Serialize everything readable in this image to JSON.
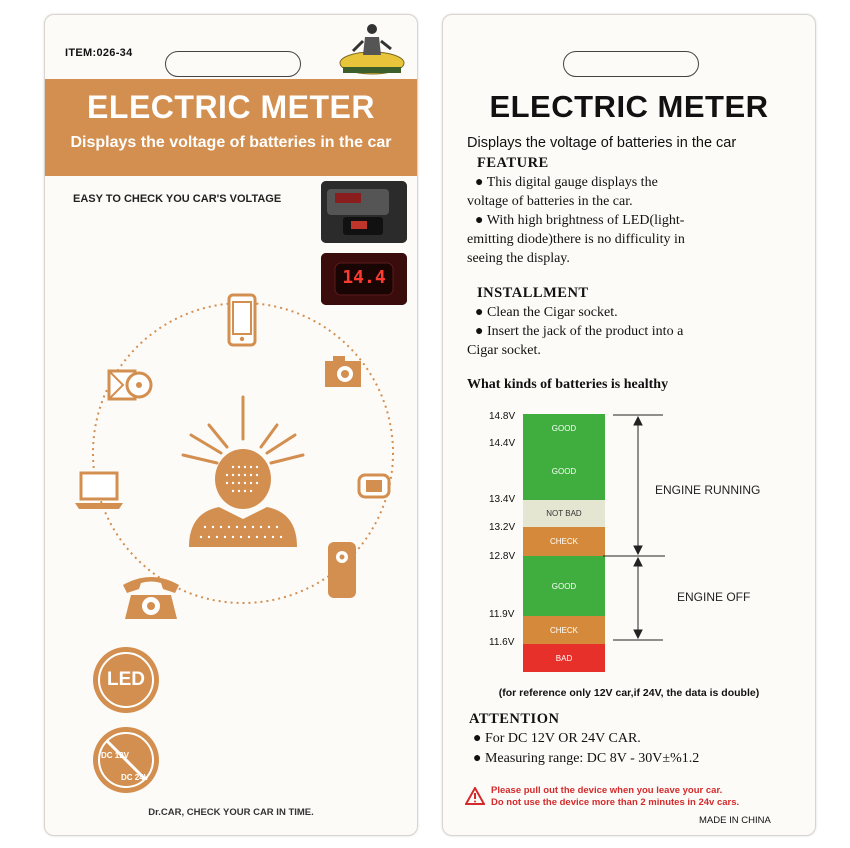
{
  "front": {
    "item_code": "ITEM:026-34",
    "title": "ELECTRIC METER",
    "subtitle": "Displays the voltage of batteries in the car",
    "easy_check": "EASY TO CHECK YOU CAR'S VOLTAGE",
    "display_reading": "14.4",
    "led_badge": "LED",
    "dc_12": "DC 12V",
    "dc_24": "DC 24V",
    "footer": "Dr.CAR, CHECK YOUR CAR IN TIME.",
    "accent_color": "#d38f4f",
    "icons": [
      "phone-icon",
      "camera-icon",
      "game-console-icon",
      "mp3-player-icon",
      "telephone-icon",
      "laptop-icon",
      "cd-player-icon",
      "person-icon"
    ]
  },
  "back": {
    "title": "ELECTRIC METER",
    "subtitle": "Displays the voltage of batteries in the car",
    "feature_heading": "FEATURE",
    "feature_lines": [
      "● This digital gauge displays the",
      "voltage of batteries in the car.",
      "● With high brightness of LED(light-",
      "emitting diode)there is no difficulity in",
      "seeing the display."
    ],
    "installment_heading": "INSTALLMENT",
    "installment_lines": [
      "● Clean the Cigar socket.",
      "● Insert the jack of the product into a",
      "Cigar socket."
    ],
    "kinds_heading": "What kinds of batteries is healthy",
    "voltages": [
      "14.8V",
      "14.4V",
      "13.4V",
      "13.2V",
      "12.8V",
      "11.9V",
      "11.6V"
    ],
    "segments": [
      {
        "label": "GOOD",
        "color": "#3fae3f"
      },
      {
        "label": "GOOD",
        "color": "#3fae3f"
      },
      {
        "label": "NOT BAD",
        "color": "#e4e6d2"
      },
      {
        "label": "CHECK",
        "color": "#d48a3a"
      },
      {
        "label": "GOOD",
        "color": "#3fae3f"
      },
      {
        "label": "CHECK",
        "color": "#d48a3a"
      },
      {
        "label": "BAD",
        "color": "#e8302a"
      }
    ],
    "engine_running": "ENGINE RUNNING",
    "engine_off": "ENGINE OFF",
    "reference_note": "(for reference only 12V car,if 24V, the data is double)",
    "attention_heading": "ATTENTION",
    "attention_lines": [
      "● For DC 12V OR 24V CAR.",
      "● Measuring range: DC 8V - 30V±%1.2"
    ],
    "warning_lines": [
      "Please pull out the device when you leave your car.",
      "Do not use the device more than 2 minutes in 24v cars."
    ],
    "made_in": "MADE IN CHINA"
  }
}
